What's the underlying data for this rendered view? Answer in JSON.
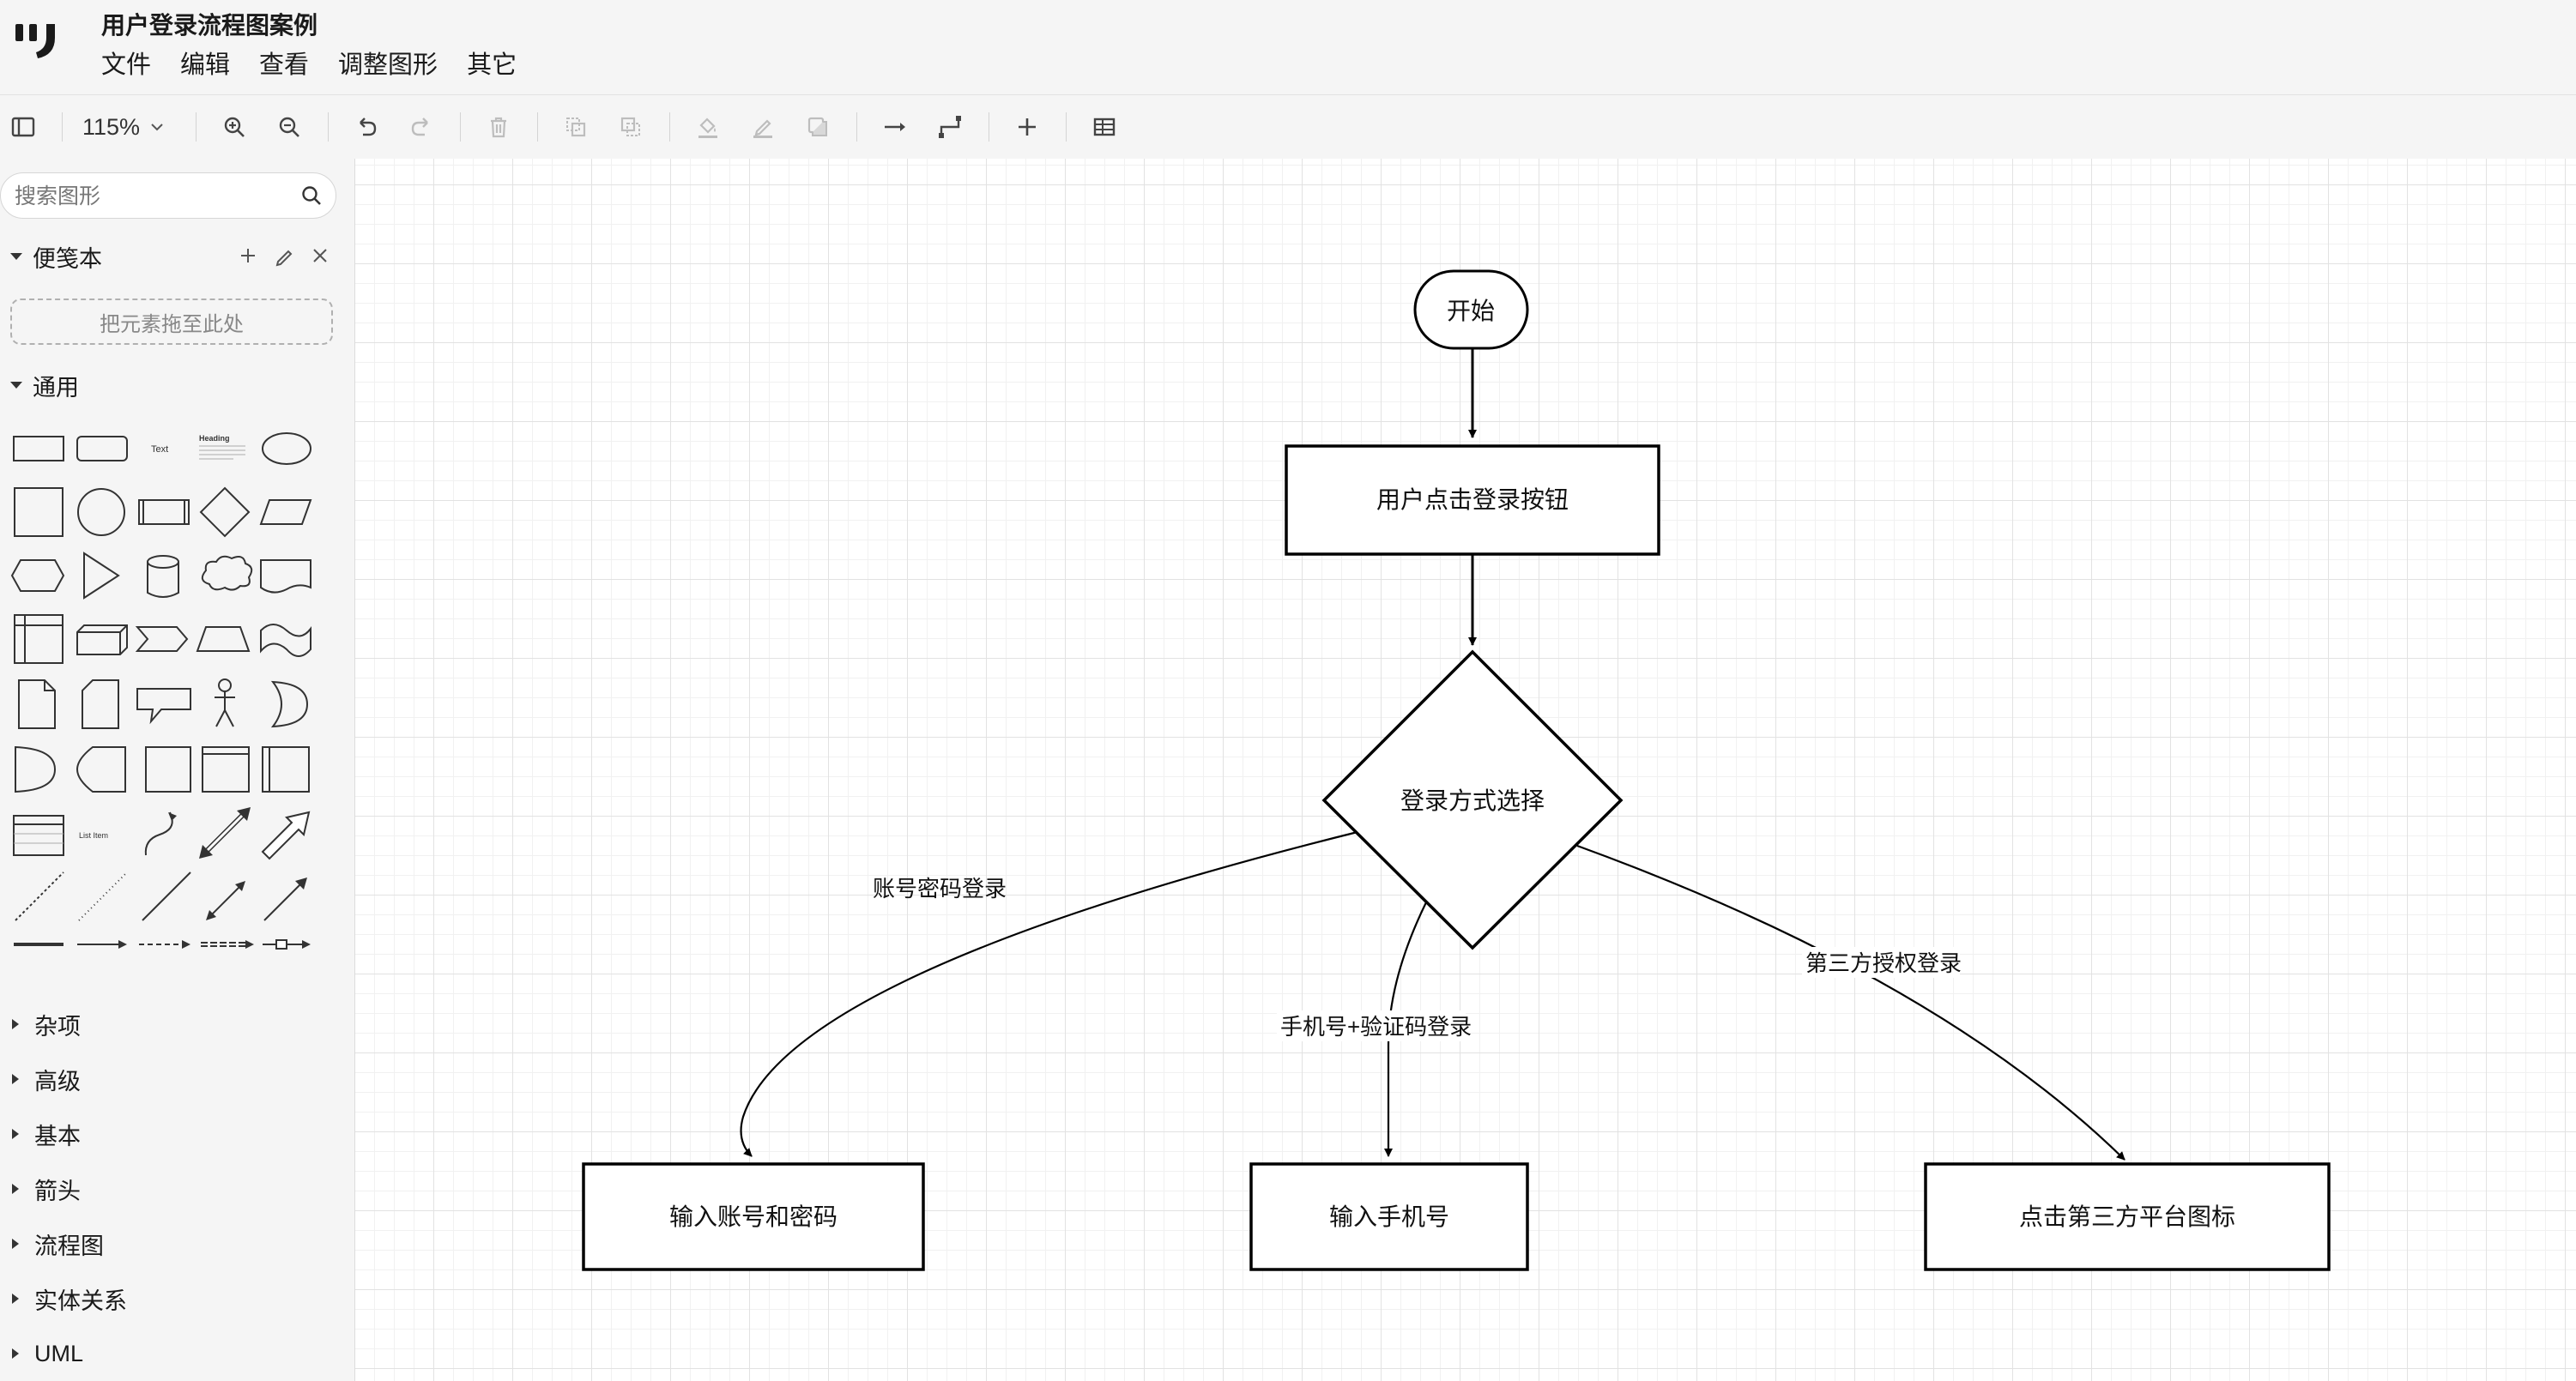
{
  "app": {
    "doc_title": "用户登录流程图案例",
    "menu": [
      "文件",
      "编辑",
      "查看",
      "调整图形",
      "其它"
    ]
  },
  "toolbar": {
    "zoom": "115%",
    "buttons": [
      "sidebar-toggle",
      "zoom-in",
      "zoom-out",
      "undo",
      "redo",
      "delete",
      "to-front",
      "to-back",
      "fill-color",
      "line-color",
      "shadow",
      "connection",
      "waypoints",
      "insert",
      "table"
    ]
  },
  "sidebar": {
    "search_placeholder": "搜索图形",
    "scratchpad": {
      "title": "便笺本",
      "dropzone": "把元素拖至此处"
    },
    "general": {
      "title": "通用",
      "shape_text_label": "Text",
      "shape_heading_label": "Heading",
      "shape_list_label": "List Item"
    },
    "collapsed_sections": [
      "杂项",
      "高级",
      "基本",
      "箭头",
      "流程图",
      "实体关系",
      "UML"
    ]
  },
  "diagram": {
    "nodes": {
      "start": "开始",
      "click_login": "用户点击登录按钮",
      "choose_method": "登录方式选择",
      "account_password": "输入账号和密码",
      "phone": "输入手机号",
      "third_party": "点击第三方平台图标"
    },
    "edges": {
      "account_label": "账号密码登录",
      "phone_label": "手机号+验证码登录",
      "third_label": "第三方授权登录"
    }
  },
  "colors": {
    "chrome_bg": "#f5f5f5",
    "canvas_bg": "#ffffff",
    "grid_major": "#e2e2e2",
    "grid_minor": "#f1f1f1",
    "shape_stroke": "#000000"
  }
}
